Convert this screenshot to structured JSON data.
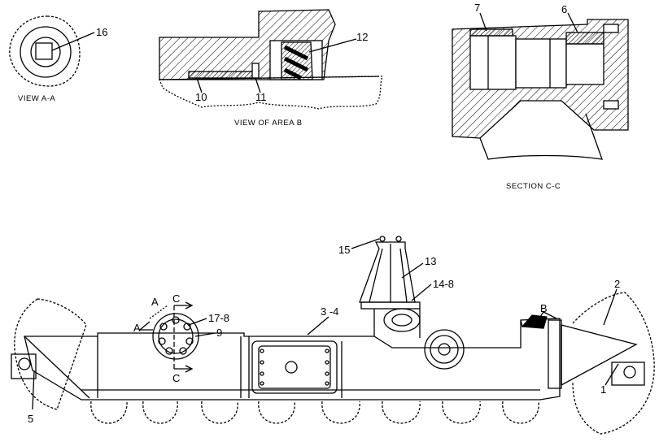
{
  "views": {
    "view_aa": {
      "caption": "VIEW  A-A",
      "callouts": [
        "16"
      ]
    },
    "view_area_b": {
      "caption": "VIEW OF AREA B",
      "callouts": [
        "12",
        "10",
        "11"
      ]
    },
    "section_cc": {
      "caption": "SECTION  C-C",
      "callouts": [
        "7",
        "6"
      ]
    }
  },
  "main": {
    "callouts": {
      "c15": "15",
      "c13": "13",
      "c14": "14-8",
      "c2": "2",
      "c34": "3 -4",
      "c178": "17-8",
      "c9": "9",
      "c5": "5",
      "c1": "1"
    },
    "section_markers": {
      "a_top": "A",
      "a_left": "A",
      "c_top": "C",
      "c_bottom": "C",
      "b": "B"
    }
  },
  "colors": {
    "line": "#000000",
    "background": "#ffffff"
  }
}
